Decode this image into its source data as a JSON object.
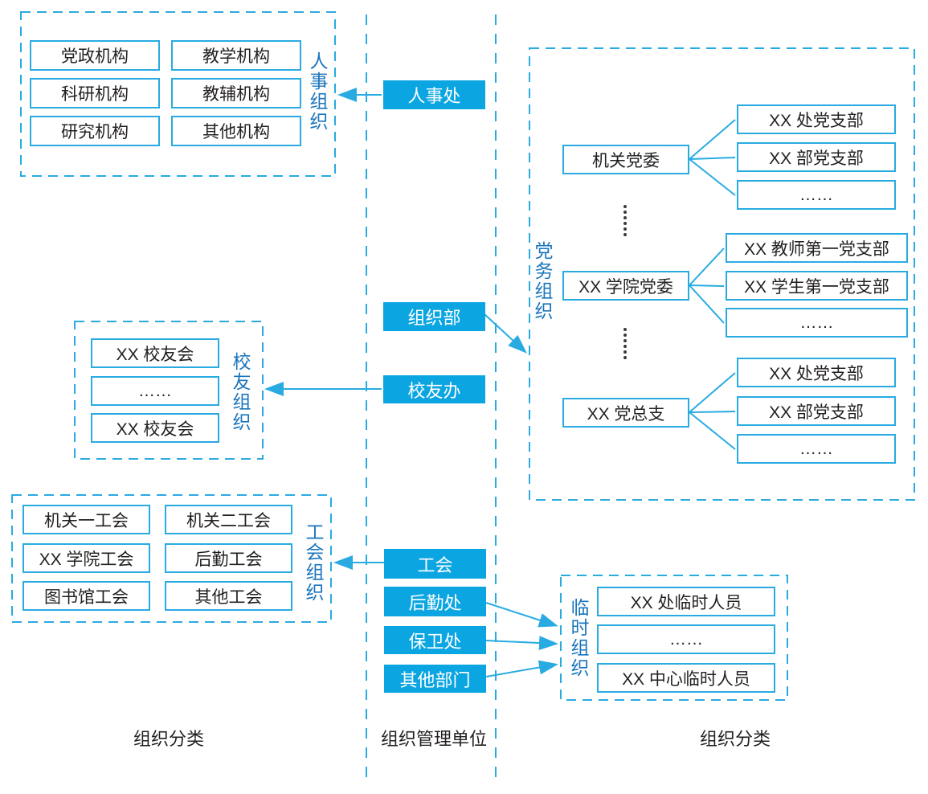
{
  "colors": {
    "line_cyan": "#29abe2",
    "unit_fill": "#0ba6e2",
    "group_label_blue": "#1b75bc",
    "box_text": "#231f20"
  },
  "bottom_labels": {
    "left": "组织分类",
    "center": "组织管理单位",
    "right": "组织分类"
  },
  "units": {
    "renshichu": "人事处",
    "zuzhibu": "组织部",
    "xiaoyouban": "校友办",
    "gonghui": "工会",
    "houqinchu": "后勤处",
    "baoweichu": "保卫处",
    "qitabumen": "其他部门"
  },
  "groups": {
    "personnel": {
      "label": "人事组织",
      "items": [
        "党政机构",
        "教学机构",
        "科研机构",
        "教辅机构",
        "研究机构",
        "其他机构"
      ]
    },
    "alumni": {
      "label": "校友组织",
      "items": [
        "XX 校友会",
        "……",
        "XX 校友会"
      ]
    },
    "union": {
      "label": "工会组织",
      "items": [
        "机关一工会",
        "机关二工会",
        "XX 学院工会",
        "后勤工会",
        "图书馆工会",
        "其他工会"
      ]
    },
    "party": {
      "label": "党务组织",
      "nodes": [
        {
          "parent": "机关党委",
          "children": [
            "XX 处党支部",
            "XX 部党支部",
            "……"
          ]
        },
        {
          "parent": "XX 学院党委",
          "children": [
            "XX 教师第一党支部",
            "XX 学生第一党支部",
            "……"
          ]
        },
        {
          "parent": "XX 党总支",
          "children": [
            "XX 处党支部",
            "XX 部党支部",
            "……"
          ]
        }
      ]
    },
    "temporary": {
      "label": "临时组织",
      "items": [
        "XX 处临时人员",
        "……",
        "XX 中心临时人员"
      ]
    }
  }
}
